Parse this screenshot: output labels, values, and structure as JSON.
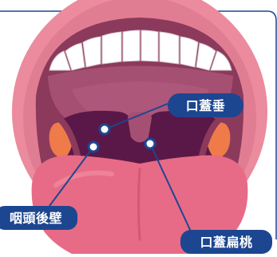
{
  "labels": {
    "uvula": "口蓋垂",
    "pharyngeal_wall": "咽頭後壁",
    "tonsils": "口蓋扁桃"
  },
  "colors": {
    "accent": "#1d4690",
    "lips": "#eb8b9d",
    "lip_inner": "#d46a7e",
    "mouth_interior": "#8b3a5c",
    "palate": "#a54f72",
    "throat": "#5a1848",
    "tonsil": "#ef7a4a",
    "tongue": "#e76b86",
    "teeth": "#ffffff"
  }
}
